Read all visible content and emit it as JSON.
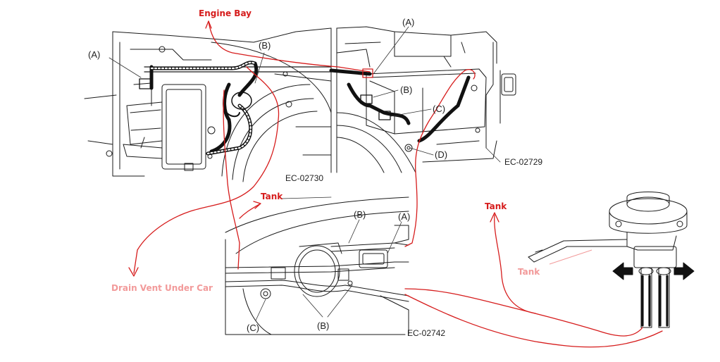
{
  "colors": {
    "annotation": "#d61c1c",
    "annotation_faded": "#f29a9a",
    "line": "#1a1a1a",
    "hose": "#111111"
  },
  "annotations": {
    "engine_bay": "Engine Bay",
    "tank_center": "Tank",
    "tank_right": "Tank",
    "tank_faded": "Tank",
    "drain_vent": "Drain Vent Under Car"
  },
  "figure_codes": {
    "top_right": "EC-02729",
    "top_left": "EC-02730",
    "bottom": "EC-02742"
  },
  "part_labels": {
    "tl_a": "(A)",
    "tl_b": "(B)",
    "tr_a": "(A)",
    "tr_b": "(B)",
    "tr_c": "(C)",
    "tr_d": "(D)",
    "bc_a": "(A)",
    "bc_b_top": "(B)",
    "bc_b_bottom": "(B)",
    "bc_c": "(C)"
  }
}
